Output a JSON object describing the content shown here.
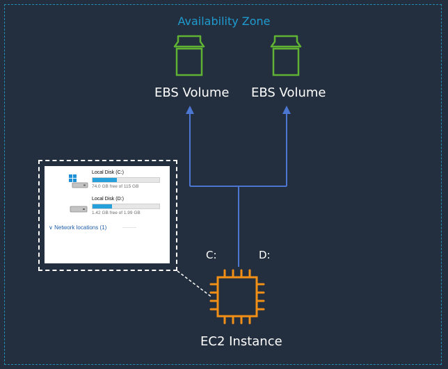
{
  "zone": {
    "title": "Availability Zone"
  },
  "volumes": [
    {
      "label": "EBS Volume"
    },
    {
      "label": "EBS Volume"
    }
  ],
  "instance": {
    "label": "EC2 Instance"
  },
  "drive_labels": {
    "c": "C:",
    "d": "D:"
  },
  "explorer": {
    "disks": [
      {
        "name": "Local Disk (C:)",
        "free_text": "74.0 GB free of 115 GB",
        "used_fraction": 0.36,
        "icon": "windows-drive-icon"
      },
      {
        "name": "Local Disk (D:)",
        "free_text": "1.42 GB free of 1.99 GB",
        "used_fraction": 0.29,
        "icon": "drive-icon"
      }
    ],
    "network_locations": "Network locations (1)"
  },
  "colors": {
    "background": "#232f3e",
    "zone_border": "#1f8fb5",
    "zone_title": "#1f9bcf",
    "volume": "#5fb233",
    "instance": "#f28f17",
    "connector": "#4b76d1",
    "disk_bar_fill": "#26a0da"
  }
}
